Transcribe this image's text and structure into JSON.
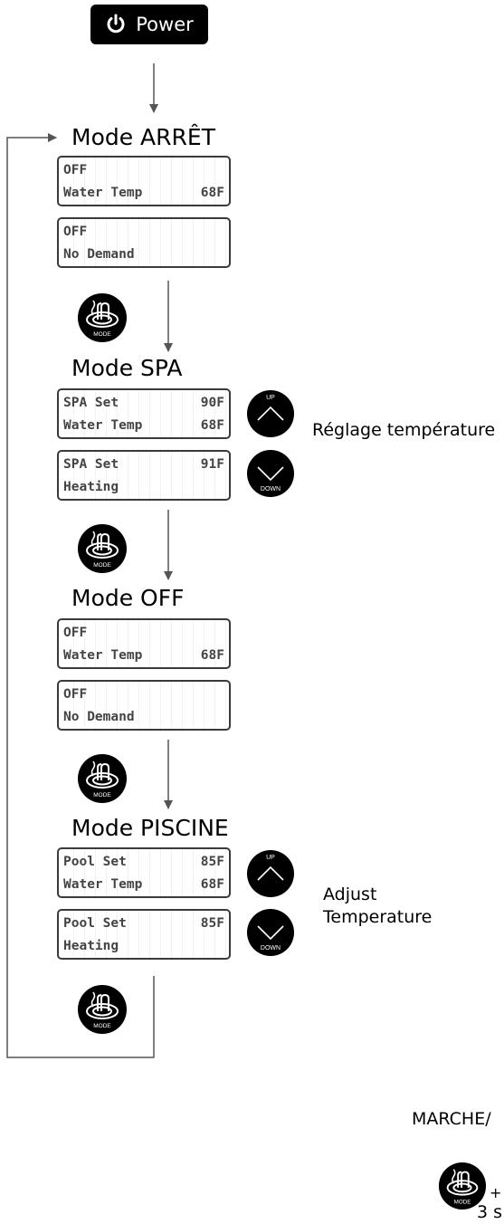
{
  "power": {
    "label": "Power",
    "icon": "power-icon"
  },
  "modes": [
    {
      "title": "Mode ARRÊT",
      "screens": [
        {
          "line1_left": "OFF",
          "line1_right": "",
          "line2_left": "Water Temp",
          "line2_right": "68F"
        },
        {
          "line1_left": "OFF",
          "line1_right": "",
          "line2_left": "No Demand",
          "line2_right": ""
        }
      ]
    },
    {
      "title": "Mode SPA",
      "screens": [
        {
          "line1_left": "SPA Set",
          "line1_right": "90F",
          "line2_left": "Water Temp",
          "line2_right": "68F"
        },
        {
          "line1_left": "SPA Set",
          "line1_right": "91F",
          "line2_left": "Heating",
          "line2_right": ""
        }
      ],
      "adjust_label": "Réglage température"
    },
    {
      "title": "Mode OFF",
      "screens": [
        {
          "line1_left": "OFF",
          "line1_right": "",
          "line2_left": "Water Temp",
          "line2_right": "68F"
        },
        {
          "line1_left": "OFF",
          "line1_right": "",
          "line2_left": "No Demand",
          "line2_right": ""
        }
      ]
    },
    {
      "title": "Mode PISCINE",
      "screens": [
        {
          "line1_left": "Pool Set",
          "line1_right": "85F",
          "line2_left": "Water Temp",
          "line2_right": "68F"
        },
        {
          "line1_left": "Pool Set",
          "line1_right": "85F",
          "line2_left": "Heating",
          "line2_right": ""
        }
      ],
      "adjust_label_line1": "Adjust",
      "adjust_label_line2": "Temperature"
    }
  ],
  "buttons": {
    "mode": "MODE",
    "up": "UP",
    "down": "DOWN"
  },
  "bottom": {
    "label": "MARCHE/",
    "plus": "+",
    "duration": "3 s"
  },
  "colors": {
    "button_bg": "#000000",
    "lcd_border": "#3a3a3a",
    "lcd_text": "#444444",
    "line": "#555555"
  }
}
